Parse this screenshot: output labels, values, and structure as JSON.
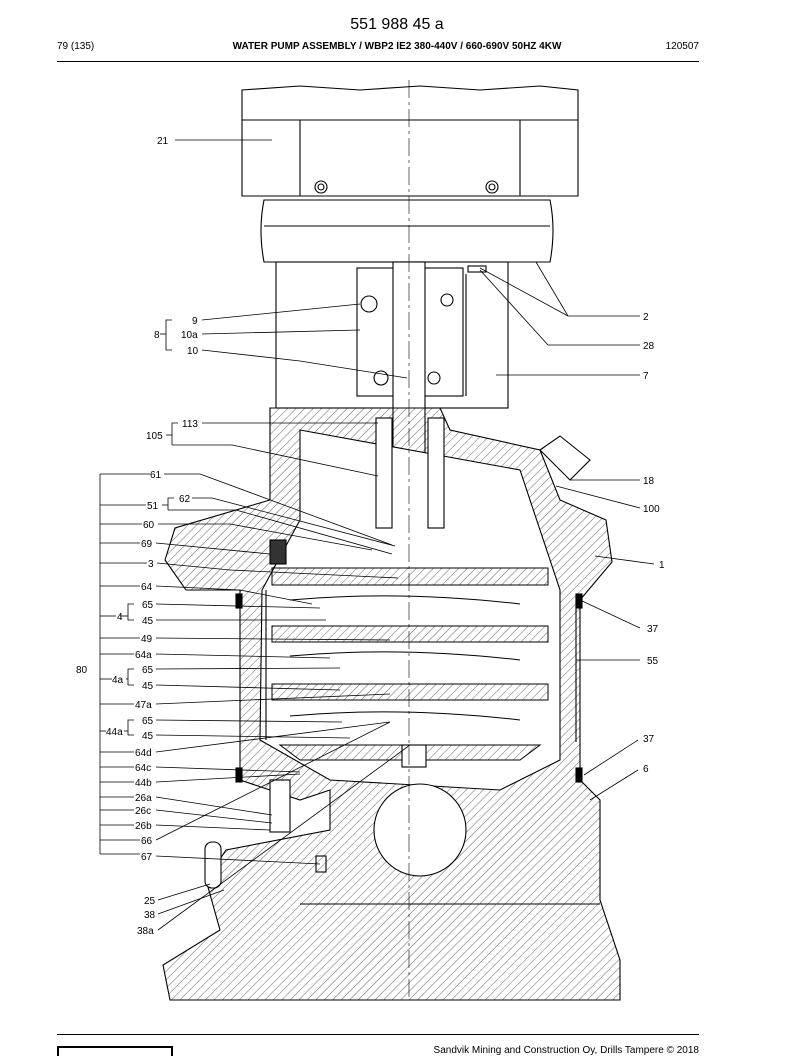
{
  "header": {
    "doc_number": "551 988 45 a",
    "page_ref": "79 (135)",
    "title": "WATER PUMP ASSEMBLY / WBP2 IE2 380-440V / 660-690V 50HZ 4KW",
    "code": "120507"
  },
  "footer": {
    "copyright": "Sandvik Mining and Construction Oy, Drills Tampere © 2018"
  },
  "callouts": {
    "left": [
      "21",
      "9",
      "8",
      "10a",
      "10",
      "113",
      "105",
      "61",
      "62",
      "51",
      "60",
      "69",
      "3",
      "64",
      "65",
      "4",
      "45",
      "49",
      "64a",
      "80",
      "65",
      "4a",
      "45",
      "47a",
      "65",
      "44a",
      "45",
      "64d",
      "64c",
      "44b",
      "26a",
      "26c",
      "26b",
      "66",
      "67",
      "25",
      "38",
      "38a"
    ],
    "right": [
      "2",
      "28",
      "7",
      "18",
      "100",
      "1",
      "37",
      "55",
      "37",
      "6"
    ]
  }
}
